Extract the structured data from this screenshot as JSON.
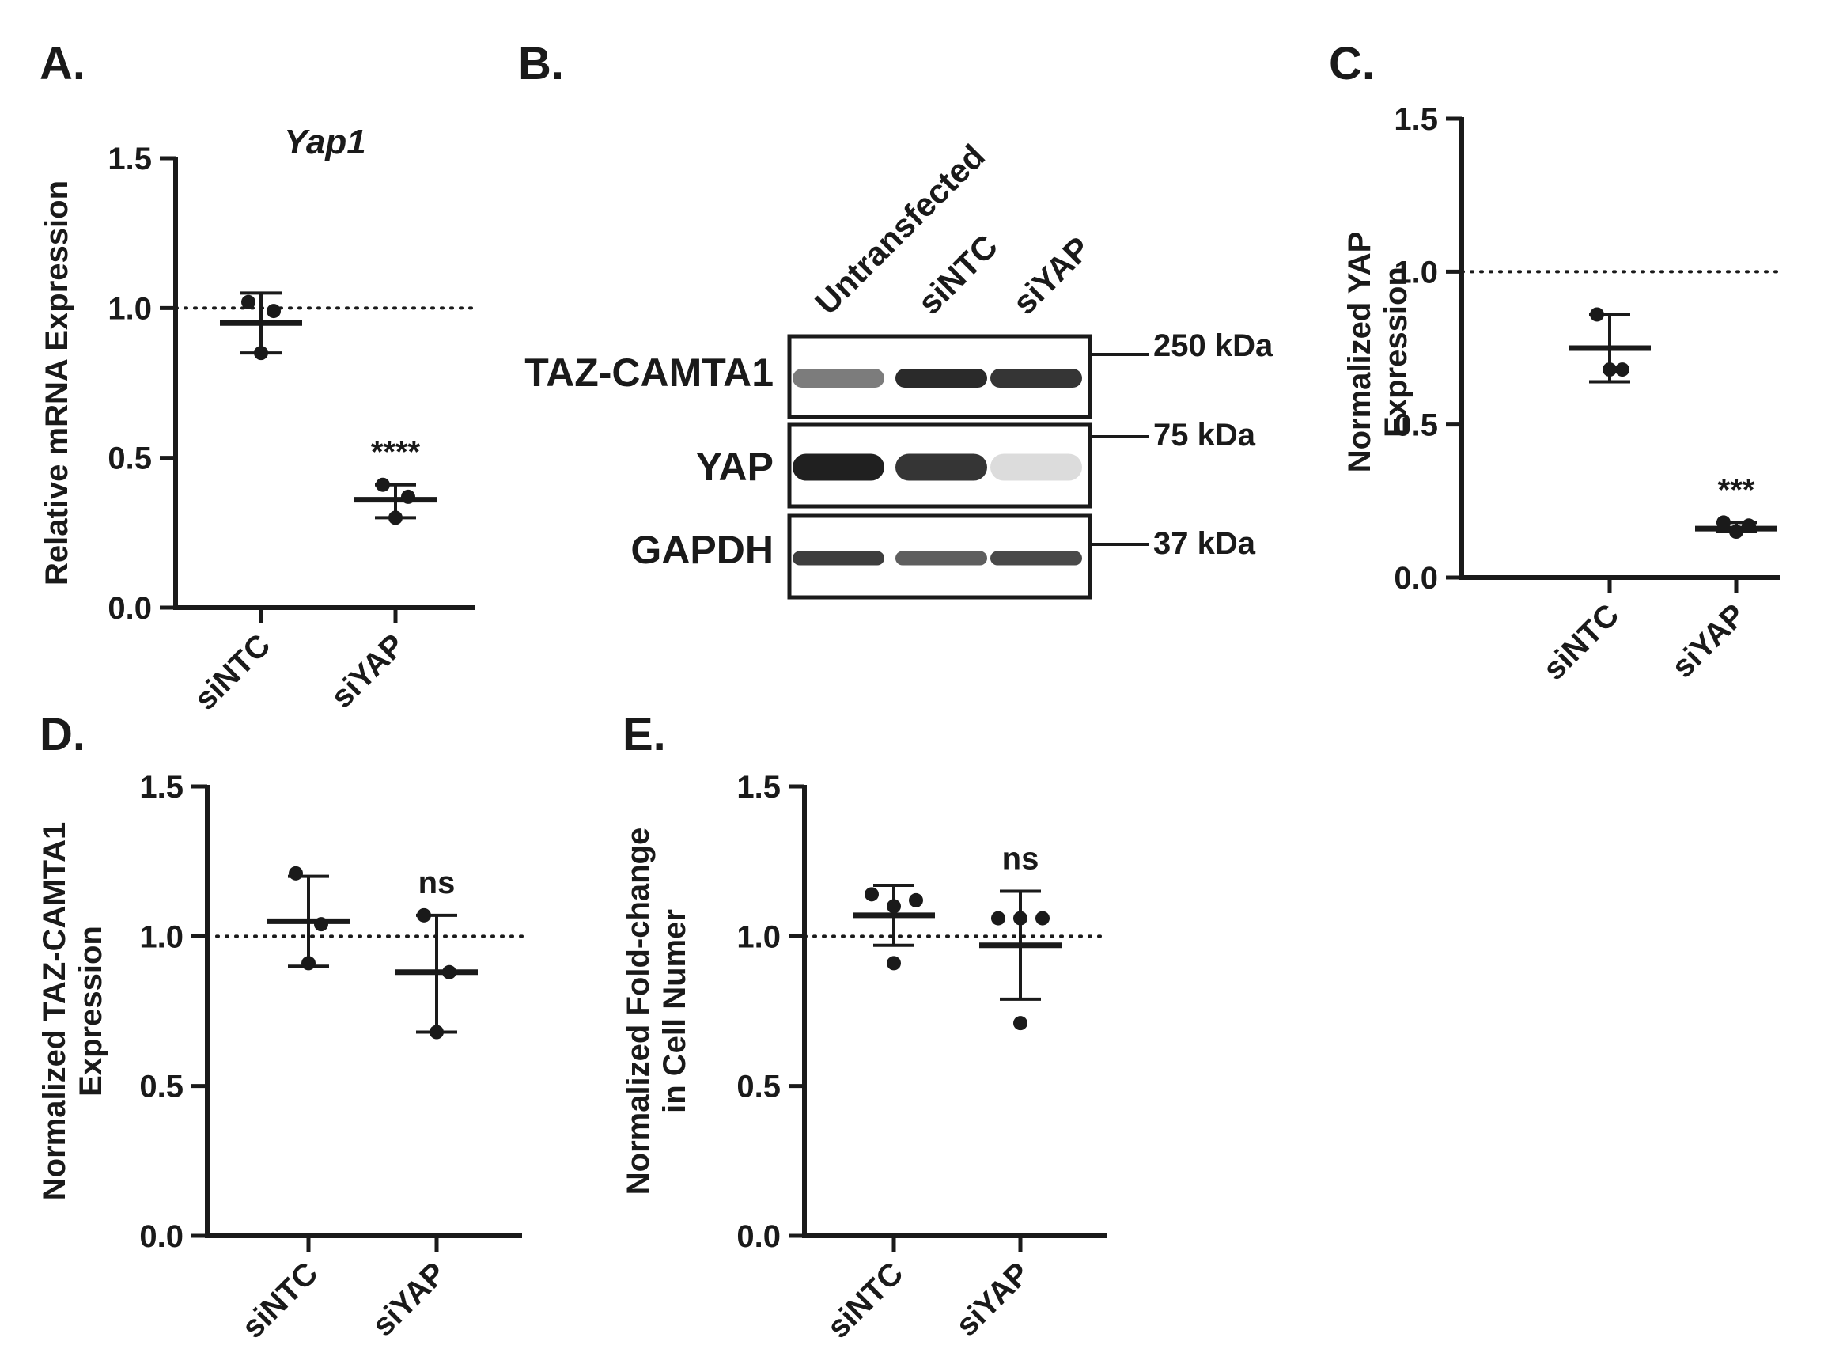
{
  "chart_data": [
    {
      "panel": "A.",
      "type": "scatter",
      "title": "Yap1",
      "ylabel": "Relative mRNA Expression",
      "categories": [
        "siNTC",
        "siYAP"
      ],
      "ylim": [
        0,
        1.5
      ],
      "yticks": [
        "0.0",
        "0.5",
        "1.0",
        "1.5"
      ],
      "reference_line": 1.0,
      "groups": [
        {
          "category": "siNTC",
          "points": [
            1.02,
            0.99,
            0.85
          ],
          "mean": 0.95,
          "sd_low": 0.85,
          "sd_high": 1.05,
          "annotation": ""
        },
        {
          "category": "siYAP",
          "points": [
            0.41,
            0.37,
            0.3
          ],
          "mean": 0.36,
          "sd_low": 0.3,
          "sd_high": 0.41,
          "annotation": "****"
        }
      ]
    },
    {
      "panel": "C.",
      "type": "scatter",
      "title": "",
      "ylabel": [
        "Normalized YAP",
        "Expression"
      ],
      "categories": [
        "siNTC",
        "siYAP"
      ],
      "ylim": [
        0,
        1.5
      ],
      "yticks": [
        "0.0",
        "0.5",
        "1.0",
        "1.5"
      ],
      "reference_line": 1.0,
      "groups": [
        {
          "category": "siNTC",
          "points": [
            0.86,
            0.68,
            0.68
          ],
          "mean": 0.75,
          "sd_low": 0.64,
          "sd_high": 0.86,
          "annotation": ""
        },
        {
          "category": "siYAP",
          "points": [
            0.18,
            0.17,
            0.15
          ],
          "mean": 0.16,
          "sd_low": 0.15,
          "sd_high": 0.18,
          "annotation": "***"
        }
      ]
    },
    {
      "panel": "D.",
      "type": "scatter",
      "title": "",
      "ylabel": [
        "Normalized TAZ-CAMTA1",
        "Expression"
      ],
      "categories": [
        "siNTC",
        "siYAP"
      ],
      "ylim": [
        0,
        1.5
      ],
      "yticks": [
        "0.0",
        "0.5",
        "1.0",
        "1.5"
      ],
      "reference_line": 1.0,
      "groups": [
        {
          "category": "siNTC",
          "points": [
            1.21,
            1.04,
            0.91
          ],
          "mean": 1.05,
          "sd_low": 0.9,
          "sd_high": 1.2,
          "annotation": ""
        },
        {
          "category": "siYAP",
          "points": [
            1.07,
            0.88,
            0.68
          ],
          "mean": 0.88,
          "sd_low": 0.68,
          "sd_high": 1.07,
          "annotation": "ns"
        }
      ]
    },
    {
      "panel": "E.",
      "type": "scatter",
      "title": "",
      "ylabel": [
        "Normalized Fold-change",
        "in Cell Numer"
      ],
      "categories": [
        "siNTC",
        "siYAP"
      ],
      "ylim": [
        0,
        1.5
      ],
      "yticks": [
        "0.0",
        "0.5",
        "1.0",
        "1.5"
      ],
      "reference_line": 1.0,
      "groups": [
        {
          "category": "siNTC",
          "point_offsets": [
            -1,
            0,
            1,
            0
          ],
          "points": [
            1.14,
            1.1,
            1.12,
            0.91
          ],
          "mean": 1.07,
          "sd_low": 0.97,
          "sd_high": 1.17,
          "annotation": ""
        },
        {
          "category": "siYAP",
          "point_offsets": [
            -1,
            0,
            1,
            0
          ],
          "points": [
            1.06,
            1.06,
            1.06,
            0.71
          ],
          "mean": 0.97,
          "sd_low": 0.79,
          "sd_high": 1.15,
          "annotation": "ns"
        }
      ]
    }
  ],
  "western_blot": {
    "panel": "B.",
    "lanes": [
      "Untransfected",
      "siNTC",
      "siYAP"
    ],
    "blots": [
      {
        "protein": "TAZ-CAMTA1",
        "marker": "250 kDa",
        "band_intensity": [
          0.55,
          0.95,
          0.9
        ]
      },
      {
        "protein": "YAP",
        "marker": "75 kDa",
        "band_intensity": [
          1.0,
          0.9,
          0.08
        ]
      },
      {
        "protein": "GAPDH",
        "marker": "37 kDa",
        "band_intensity": [
          0.85,
          0.7,
          0.8
        ]
      }
    ]
  }
}
